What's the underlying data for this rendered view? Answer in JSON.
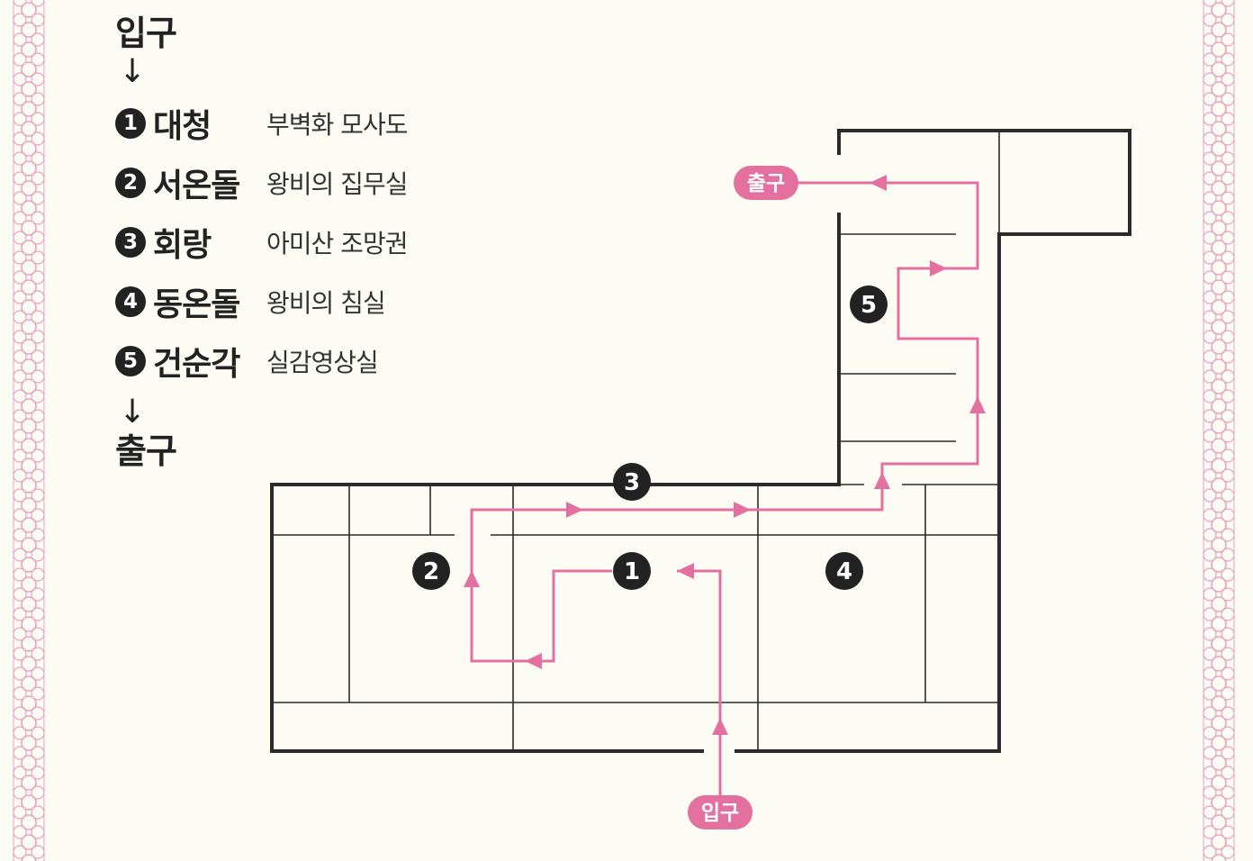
{
  "legend": {
    "start": "입구",
    "arrow": "↓",
    "end": "출구",
    "stops": [
      {
        "num": "1",
        "name": "대청",
        "desc": "부벽화 모사도"
      },
      {
        "num": "2",
        "name": "서온돌",
        "desc": "왕비의 집무실"
      },
      {
        "num": "3",
        "name": "회랑",
        "desc": "아미산 조망권"
      },
      {
        "num": "4",
        "name": "동온돌",
        "desc": "왕비의 침실"
      },
      {
        "num": "5",
        "name": "건순각",
        "desc": "실감영상실"
      }
    ]
  },
  "map": {
    "entrance_label": "입구",
    "exit_label": "출구",
    "markers": [
      "1",
      "2",
      "3",
      "4",
      "5"
    ]
  },
  "colors": {
    "route": "#e3709e",
    "wall": "#2b2b2b",
    "background": "#fcfcf5",
    "border_pattern": "#e6a3c0"
  }
}
